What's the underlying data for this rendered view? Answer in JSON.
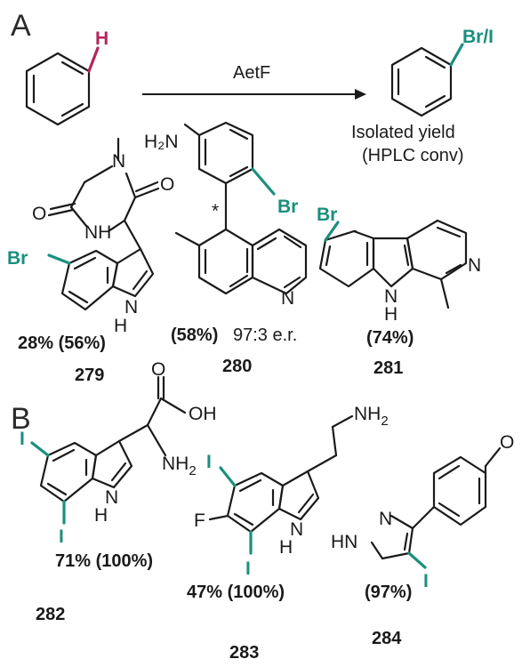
{
  "panels": {
    "a": "A",
    "b": "B"
  },
  "reaction": {
    "reactant_atom": "H",
    "enzyme": "AetF",
    "product_atoms": "Br/I",
    "yield_note_line1": "Isolated yield",
    "yield_note_line2": "(HPLC conv)"
  },
  "compounds": [
    {
      "id": "279",
      "yield": "28% (56%)",
      "atoms": {
        "halogen": "Br",
        "n_methyl": "N",
        "o_left": "O",
        "o_right": "O",
        "nh_ring": "NH",
        "indole_h": "H",
        "indole_n": "N"
      }
    },
    {
      "id": "280",
      "yield": "(58%)",
      "er": "97:3 e.r.",
      "atoms": {
        "amine": "H₂N",
        "halogen": "Br",
        "stereo": "*",
        "ring_n": "N"
      }
    },
    {
      "id": "281",
      "yield": "(74%)",
      "atoms": {
        "halogen": "Br",
        "ring_n": "N",
        "indole_n": "N",
        "indole_h": "H"
      }
    },
    {
      "id": "282",
      "yield": "71% (100%)",
      "atoms": {
        "oxygen": "O",
        "hydroxyl": "OH",
        "amine": "NH",
        "amine_sub": "2",
        "iodine_top": "I",
        "iodine_bottom": "I",
        "indole_n": "N",
        "indole_h": "H"
      }
    },
    {
      "id": "283",
      "yield": "47% (100%)",
      "atoms": {
        "amine": "NH",
        "amine_sub": "2",
        "iodine_top": "I",
        "iodine_bottom": "I",
        "fluorine": "F",
        "indole_n": "N",
        "indole_h": "H"
      }
    },
    {
      "id": "284",
      "yield": "(97%)",
      "atoms": {
        "methoxy": "O",
        "pyrazole_n": "N",
        "pyrazole_nh": "HN",
        "iodine": "I"
      }
    }
  ],
  "colors": {
    "halogen": "#1b8f7e",
    "hydrogen": "#b5265c",
    "text": "#1a1a1a"
  }
}
